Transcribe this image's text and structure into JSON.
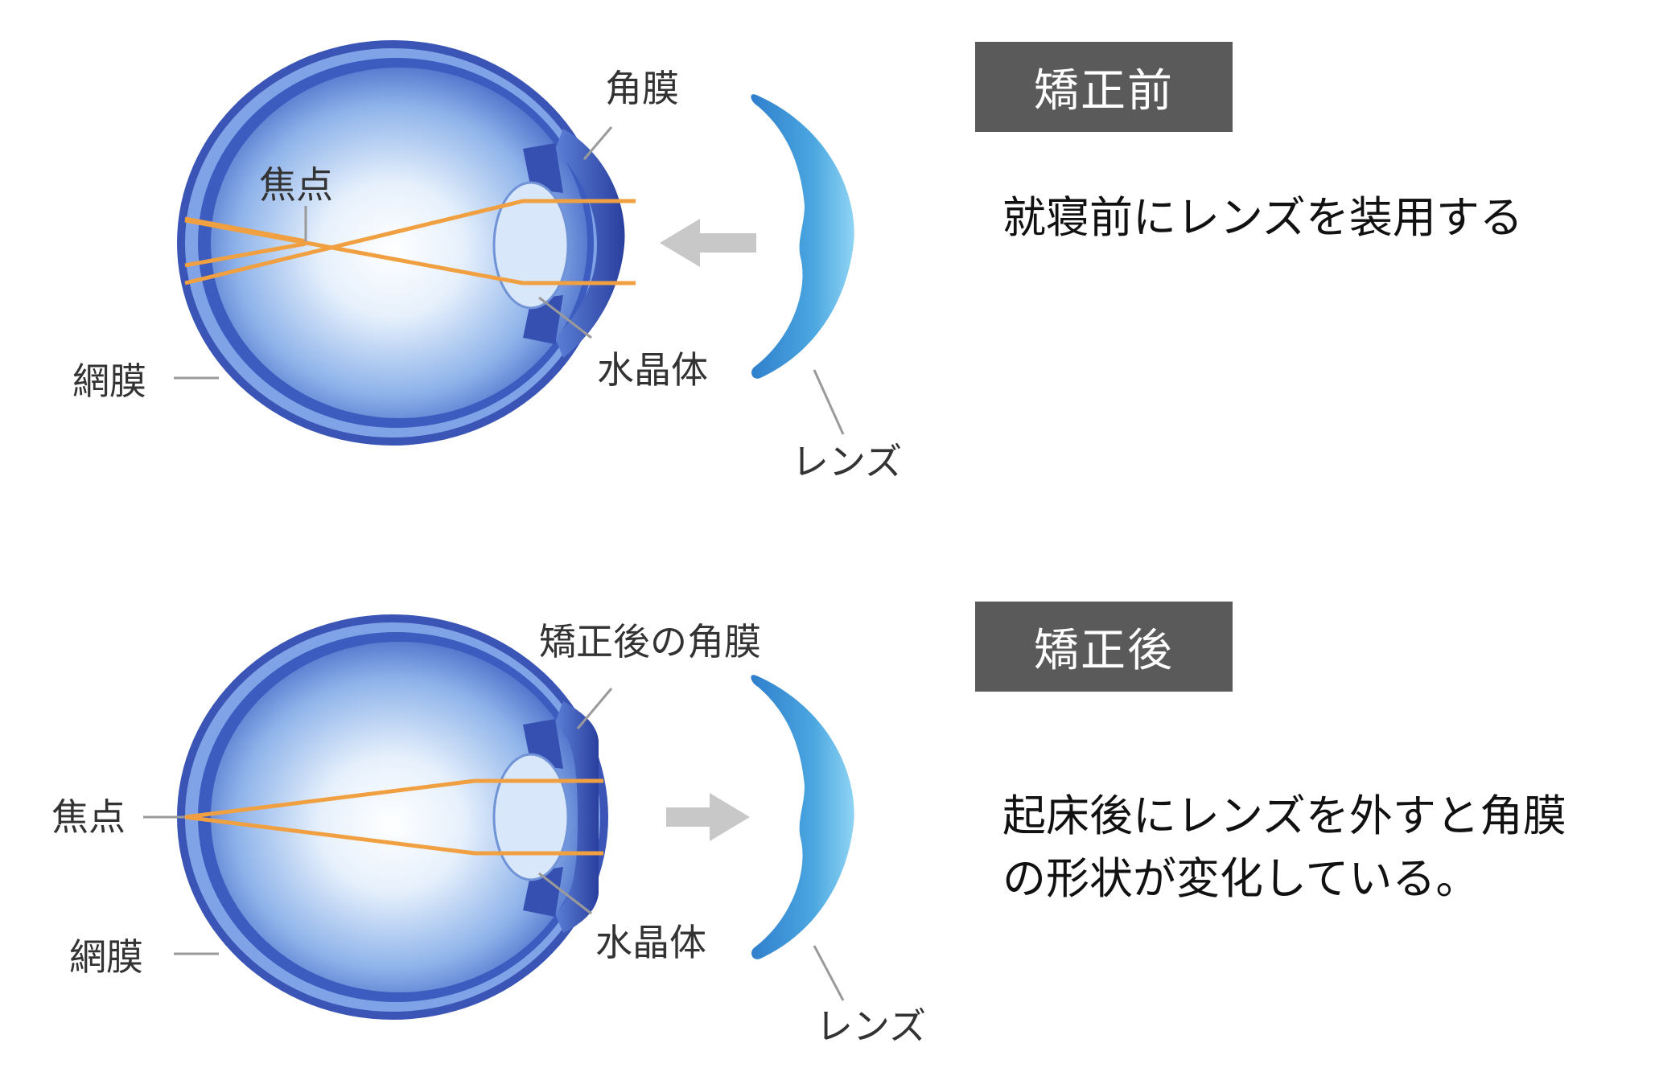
{
  "before": {
    "heading": "矯正前",
    "description": "就寝前にレンズを装用する",
    "labels": {
      "cornea": "角膜",
      "focus": "焦点",
      "retina": "網膜",
      "crystalline_lens": "水晶体",
      "contact_lens": "レンズ"
    },
    "arrow_direction": "left"
  },
  "after": {
    "heading": "矯正後",
    "description_line1": "起床後にレンズを外すと角膜",
    "description_line2": "の形状が変化している。",
    "labels": {
      "cornea": "矯正後の角膜",
      "focus": "焦点",
      "retina": "網膜",
      "crystalline_lens": "水晶体",
      "contact_lens": "レンズ"
    },
    "arrow_direction": "right"
  },
  "colors": {
    "eye_outer": "#3f58b8",
    "eye_rim": "#7ea6e6",
    "eye_center": "#ffffff",
    "light_ray": "#f0a040",
    "contact_lens": "#3d9ad6",
    "arrow": "#c8c8c8",
    "heading_bg": "#5a5a5a",
    "leader_line": "#9a9a9a"
  }
}
